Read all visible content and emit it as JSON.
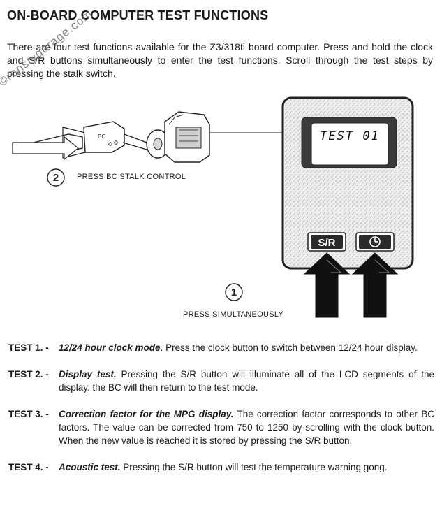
{
  "title": "ON-BOARD COMPUTER TEST FUNCTIONS",
  "intro": "There are four test functions available for the Z3/318ti board computer. Press and hold the clock and S/R buttons simultaneously to enter the test functions.  Scroll through the test steps by pressing the stalk switch.",
  "watermark": "©ronstygarage.com",
  "figure": {
    "step2_number": "2",
    "step2_label": "PRESS BC STALK CONTROL",
    "step1_number": "1",
    "step1_label": "PRESS SIMULTANEOUSLY",
    "display_text": "TEST 01",
    "sr_button": "S/R",
    "stalk_marking": "BC",
    "clock_icon": "clock-icon"
  },
  "tests": [
    {
      "label": "TEST 1. -",
      "heading": "12/24 hour clock mode",
      "text": ". Press the clock button to switch between 12/24 hour display."
    },
    {
      "label": "TEST 2. -",
      "heading": "Display test.",
      "text": " Pressing the S/R button will illuminate all of the LCD segments of the display. the BC will then return to the test mode."
    },
    {
      "label": "TEST 3. -",
      "heading": "Correction factor for the MPG display.",
      "text": "  The correction factor corresponds to other BC factors.  The value can be corrected from 750 to 1250 by scrolling with the clock button. When the new value is reached it is stored by pressing the S/R button."
    },
    {
      "label": "TEST 4. -",
      "heading": "Acoustic test.",
      "text": " Pressing the S/R button will test the temperature warning gong."
    }
  ]
}
